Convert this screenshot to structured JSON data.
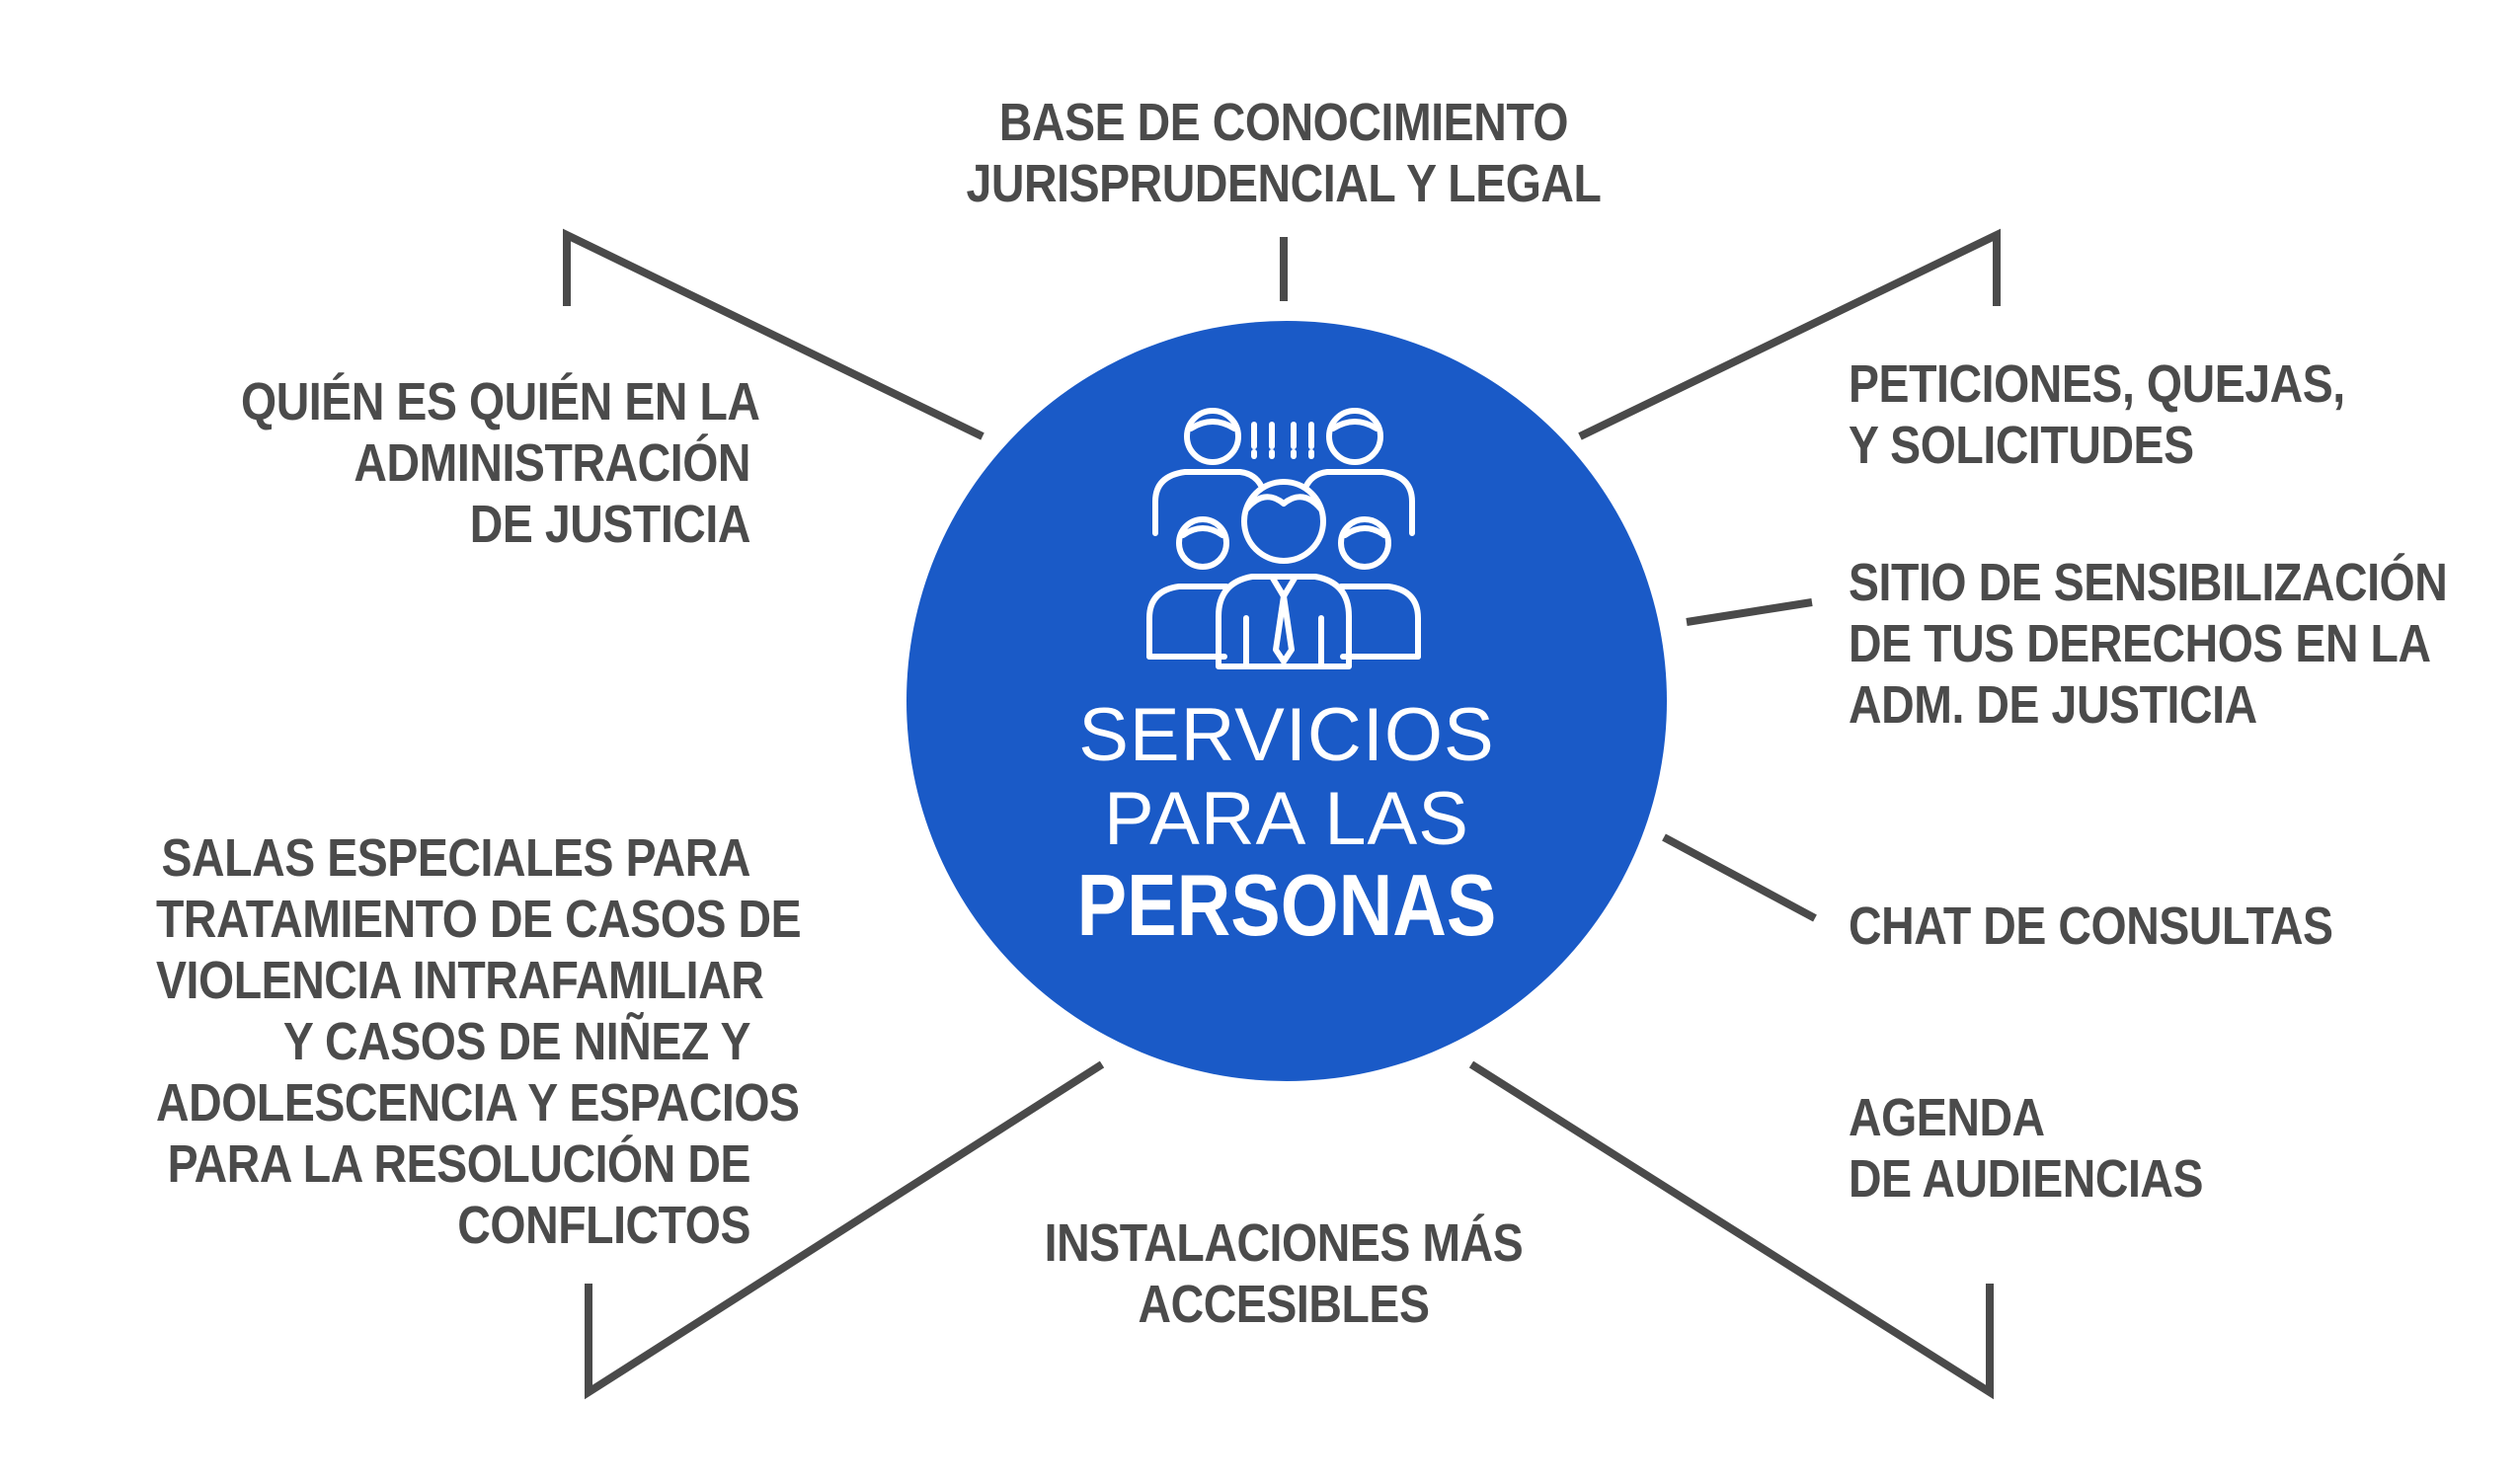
{
  "hub": {
    "line1": "SERVICIOS",
    "line2": "PARA LAS",
    "line3": "PERSONAS",
    "icon": "people-group-icon",
    "color": "#1a5ac7"
  },
  "services": {
    "base_conocimiento": {
      "line1": "BASE DE CONOCIMIENTO",
      "line2": "JURISPRUDENCIAL Y LEGAL"
    },
    "quien_es_quien": {
      "line1": "QUIÉN ES QUIÉN EN LA",
      "line2": "ADMINISTRACIÓN",
      "line3": "DE JUSTICIA"
    },
    "peticiones": {
      "line1": "PETICIONES, QUEJAS,",
      "line2": "Y SOLICITUDES"
    },
    "sensibilizacion": {
      "line1": "SITIO DE SENSIBILIZACIÓN",
      "line2": "DE TUS DERECHOS EN LA",
      "line3": "ADM. DE JUSTICIA"
    },
    "salas_especiales": {
      "line1": "SALAS ESPECIALES PARA",
      "line2": "TRATAMIENTO DE CASOS DE",
      "line3": "VIOLENCIA INTRAFAMILIAR",
      "line4": "Y CASOS DE NIÑEZ Y",
      "line5": "ADOLESCENCIA Y ESPACIOS",
      "line6": "PARA LA RESOLUCIÓN DE",
      "line7": "CONFLICTOS"
    },
    "chat": {
      "line1": "CHAT DE CONSULTAS"
    },
    "agenda": {
      "line1": "AGENDA",
      "line2": "DE AUDIENCIAS"
    },
    "instalaciones": {
      "line1": "INSTALACIONES MÁS",
      "line2": "ACCESIBLES"
    }
  },
  "colors": {
    "text": "#4b4b4b",
    "connector": "#4a4a4a",
    "hub": "#1a5ac7"
  }
}
